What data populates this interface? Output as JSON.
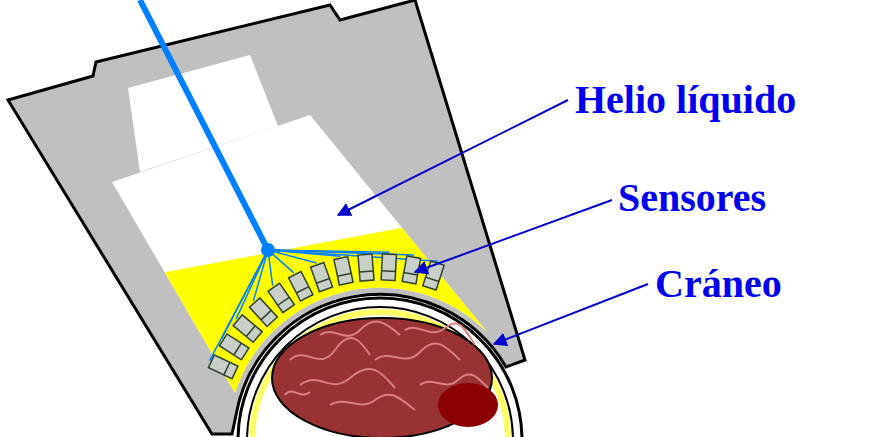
{
  "diagram": {
    "labels": [
      "Helio líquido",
      "Sensores",
      "Cráneo"
    ]
  }
}
